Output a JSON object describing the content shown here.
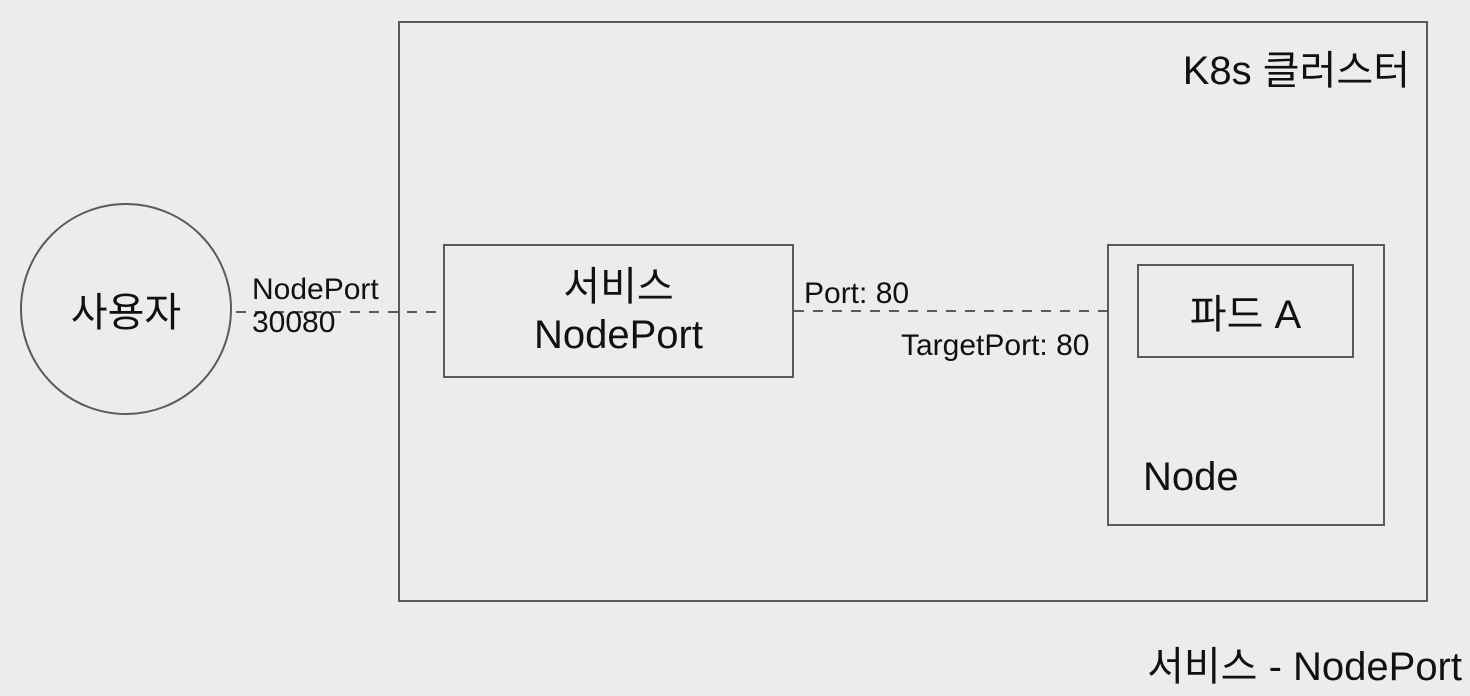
{
  "diagram": {
    "cluster": {
      "title": "K8s 클러스터"
    },
    "user": {
      "label": "사용자"
    },
    "service": {
      "label_line1": "서비스",
      "label_line2": "NodePort"
    },
    "node": {
      "label": "Node"
    },
    "pod": {
      "label": "파드 A"
    },
    "edges": {
      "user_to_service": {
        "label_line1": "NodePort",
        "label_line2": "30080"
      },
      "service_to_pod": {
        "label_above": "Port: 80",
        "label_below": "TargetPort: 80"
      }
    },
    "caption": "서비스 - NodePort",
    "colors": {
      "background": "#ececec",
      "stroke": "#5a5a5a",
      "text": "#111111"
    }
  }
}
